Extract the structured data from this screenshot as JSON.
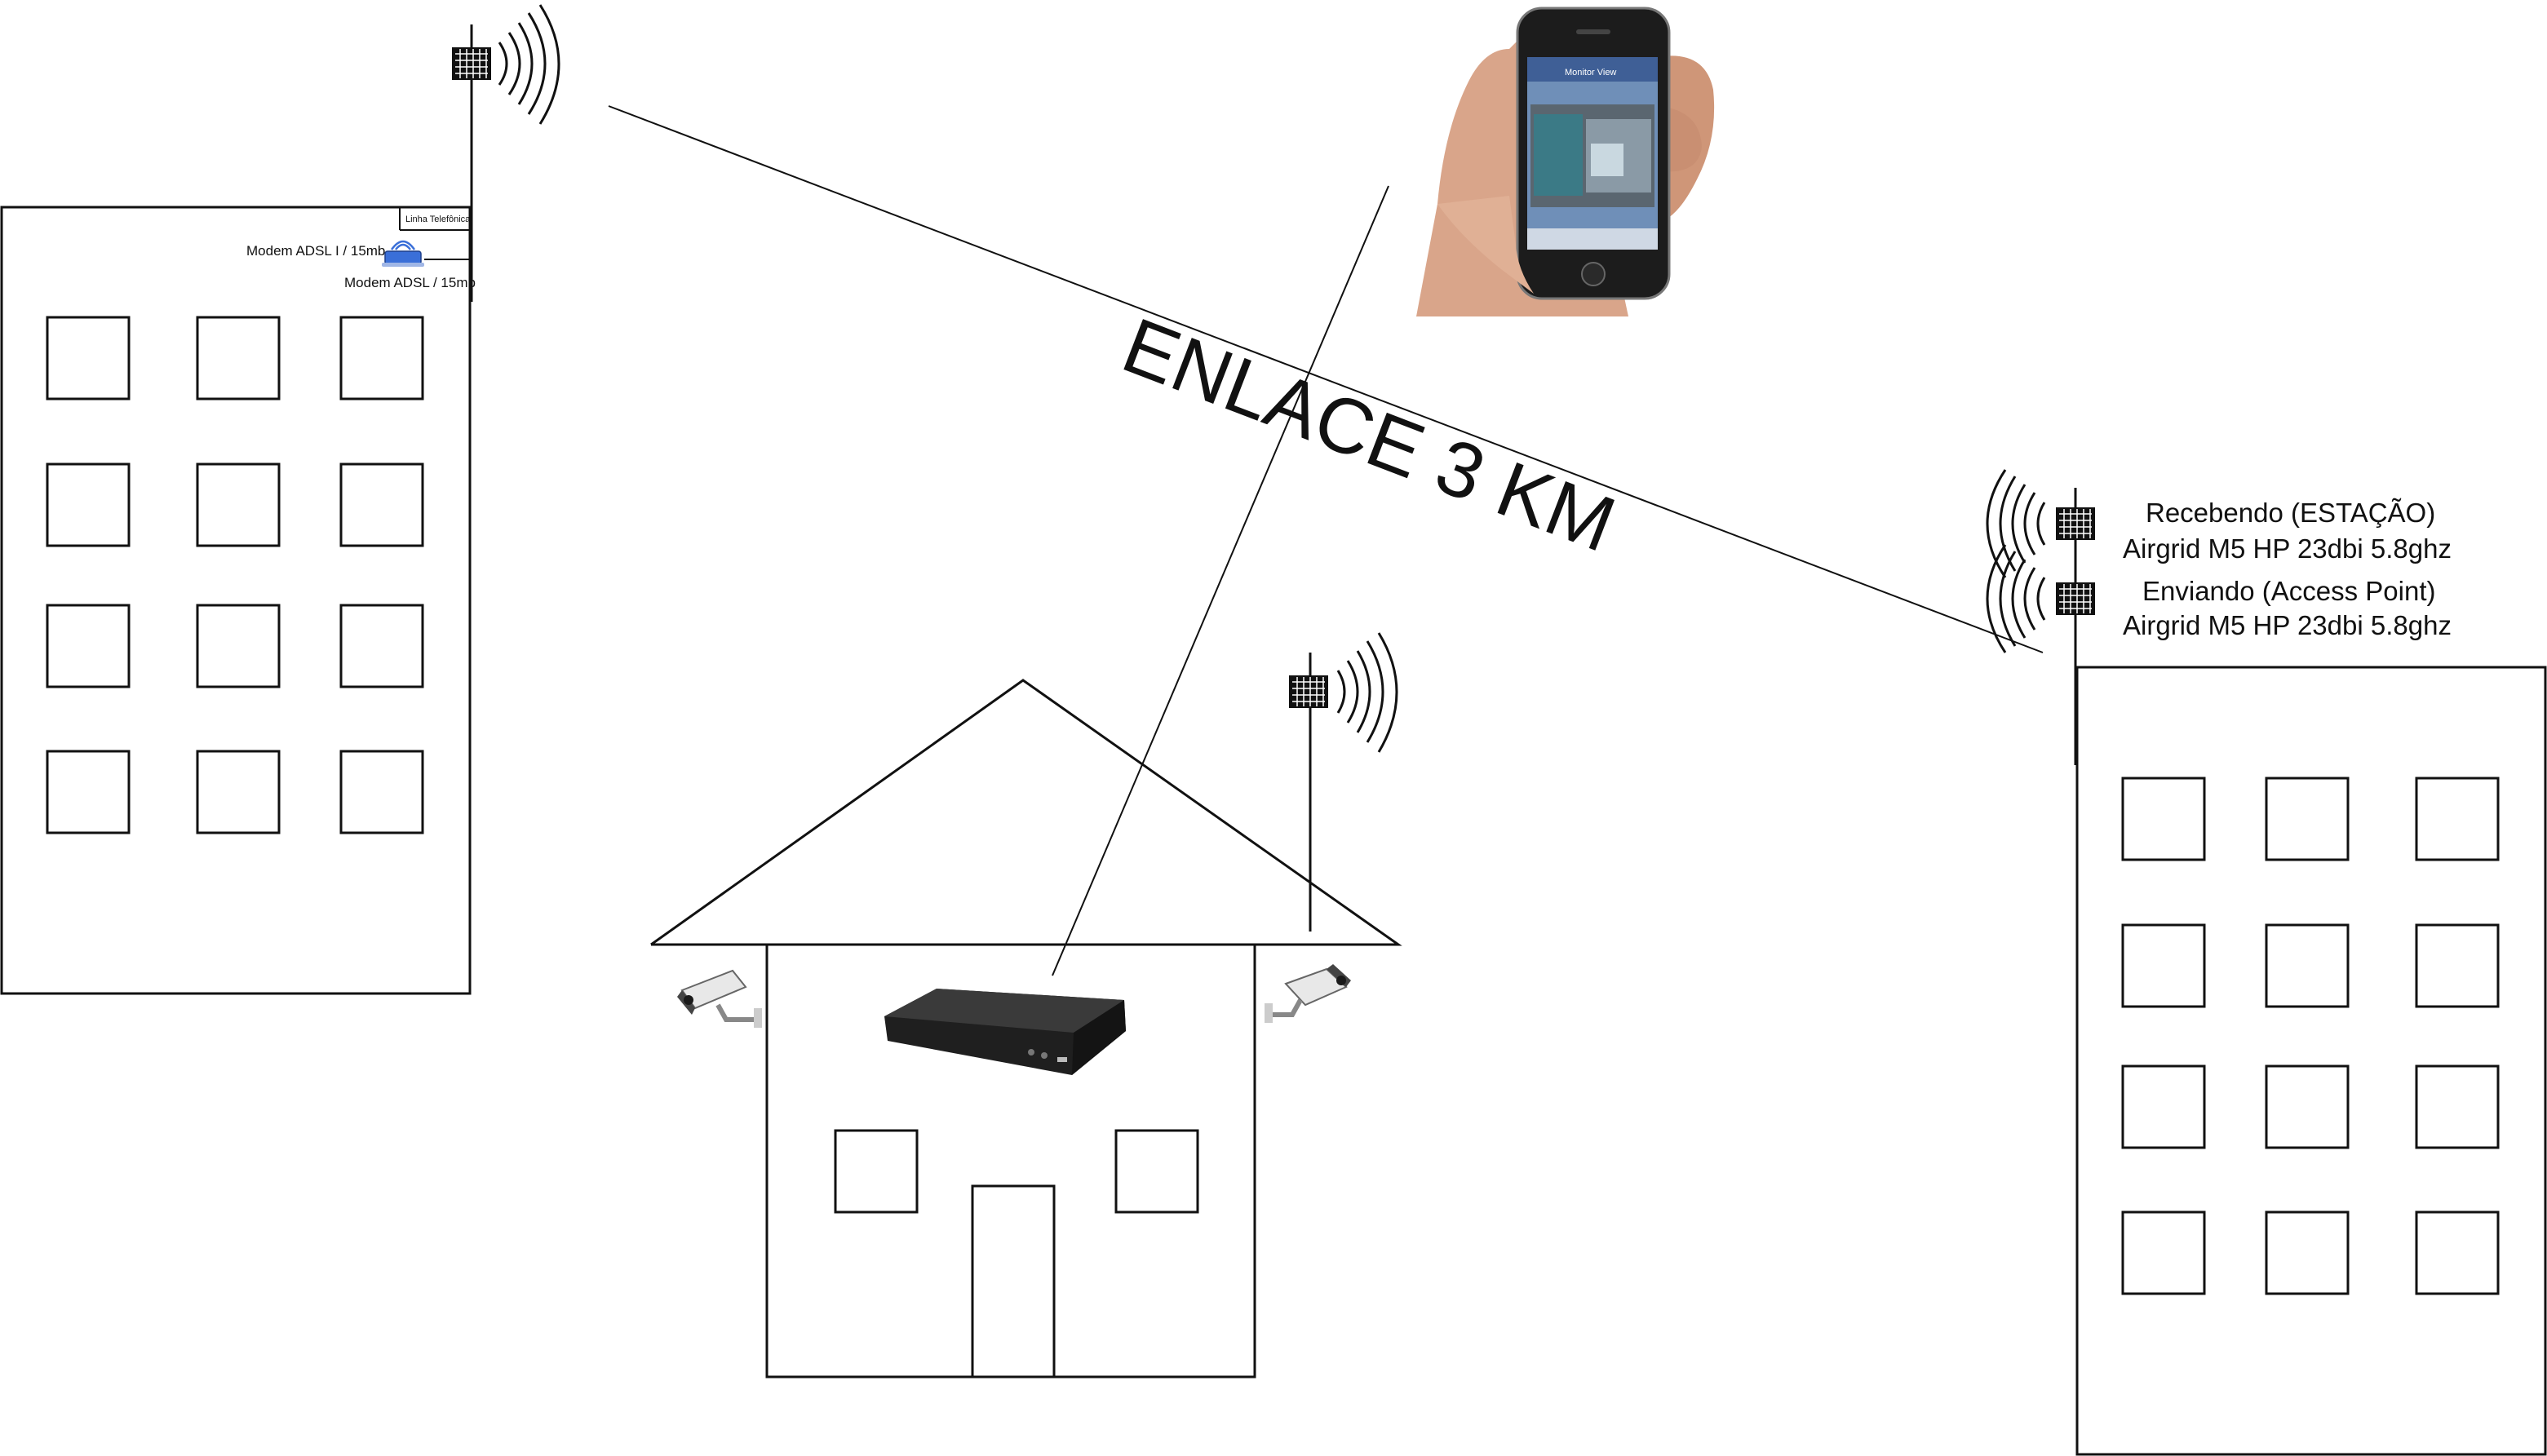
{
  "diagram": {
    "link_label": "ENLACE 3 KM",
    "left_building": {
      "phone_line_label": "Linha Telefônica",
      "modem_label_1": "Modem ADSL I / 15mb",
      "modem_label_2": "Modem ADSL / 15mb"
    },
    "right_building": {
      "receiver_line_1": "Recebendo (ESTAÇÃO)",
      "receiver_line_2": "Airgrid M5 HP 23dbi 5.8ghz",
      "sender_line_1": "Enviando (Access Point)",
      "sender_line_2": "Airgrid M5 HP 23dbi 5.8ghz"
    },
    "phone_screen": {
      "header": "Monitor View"
    }
  },
  "colors": {
    "line": "#111111",
    "background": "#ffffff",
    "skin": "#d9a58a",
    "phone_body": "#1c1c1c",
    "phone_screen": "#6f8fb8",
    "dvr_body": "#1f1f1f",
    "camera_body": "#e8e8e8",
    "modem_blue": "#3a6fd8"
  }
}
